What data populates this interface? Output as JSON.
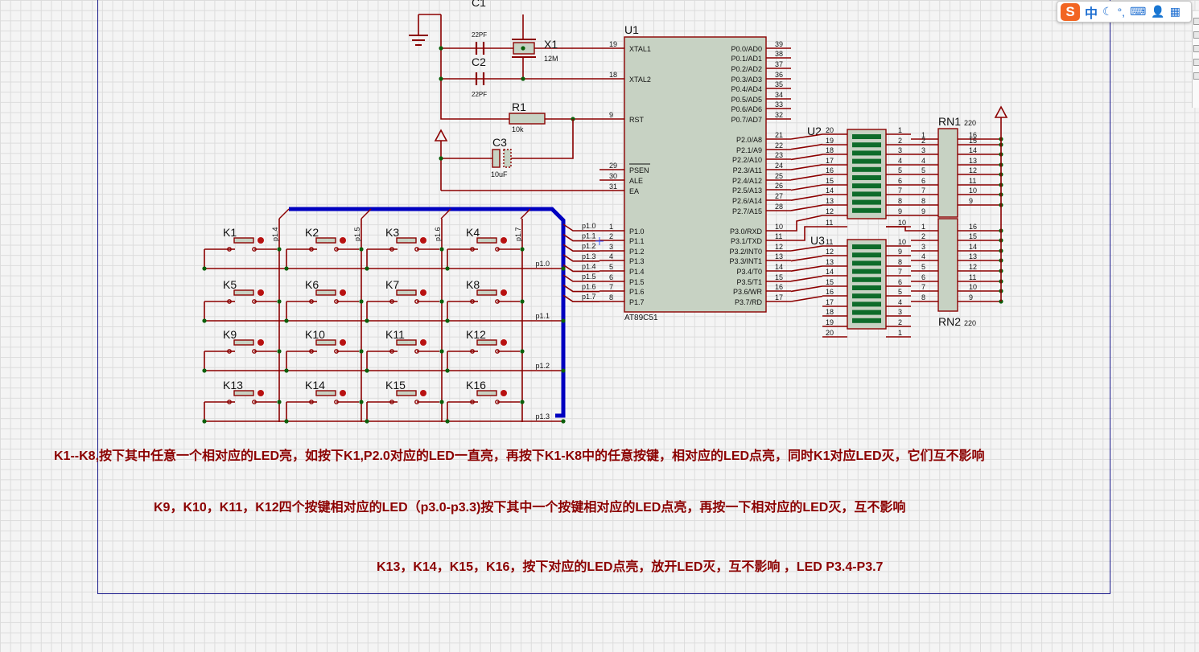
{
  "colors": {
    "wire": "#8b0000",
    "bus": "#0000c0",
    "component_fill": "#c7d2c3",
    "led_segment": "#0e6b2a",
    "junction": "#0a5f0a",
    "note_text": "#8b0000"
  },
  "schematic": {
    "mcu": {
      "ref": "U1",
      "part": "AT89C51",
      "left_pins": [
        {
          "num": "19",
          "name": "XTAL1"
        },
        {
          "num": "18",
          "name": "XTAL2"
        },
        {
          "num": "9",
          "name": "RST"
        },
        {
          "num": "29",
          "name": "PSEN"
        },
        {
          "num": "30",
          "name": "ALE"
        },
        {
          "num": "31",
          "name": "EA"
        },
        {
          "num": "1",
          "name": "P1.0"
        },
        {
          "num": "2",
          "name": "P1.1"
        },
        {
          "num": "3",
          "name": "P1.2"
        },
        {
          "num": "4",
          "name": "P1.3"
        },
        {
          "num": "5",
          "name": "P1.4"
        },
        {
          "num": "6",
          "name": "P1.5"
        },
        {
          "num": "7",
          "name": "P1.6"
        },
        {
          "num": "8",
          "name": "P1.7"
        }
      ],
      "right_pins": [
        {
          "num": "39",
          "name": "P0.0/AD0"
        },
        {
          "num": "38",
          "name": "P0.1/AD1"
        },
        {
          "num": "37",
          "name": "P0.2/AD2"
        },
        {
          "num": "36",
          "name": "P0.3/AD3"
        },
        {
          "num": "35",
          "name": "P0.4/AD4"
        },
        {
          "num": "34",
          "name": "P0.5/AD5"
        },
        {
          "num": "33",
          "name": "P0.6/AD6"
        },
        {
          "num": "32",
          "name": "P0.7/AD7"
        },
        {
          "num": "21",
          "name": "P2.0/A8"
        },
        {
          "num": "22",
          "name": "P2.1/A9"
        },
        {
          "num": "23",
          "name": "P2.2/A10"
        },
        {
          "num": "24",
          "name": "P2.3/A11"
        },
        {
          "num": "25",
          "name": "P2.4/A12"
        },
        {
          "num": "26",
          "name": "P2.5/A13"
        },
        {
          "num": "27",
          "name": "P2.6/A14"
        },
        {
          "num": "28",
          "name": "P2.7/A15"
        },
        {
          "num": "10",
          "name": "P3.0/RXD"
        },
        {
          "num": "11",
          "name": "P3.1/TXD"
        },
        {
          "num": "12",
          "name": "P3.2/INT0"
        },
        {
          "num": "13",
          "name": "P3.3/INT1"
        },
        {
          "num": "14",
          "name": "P3.4/T0"
        },
        {
          "num": "15",
          "name": "P3.5/T1"
        },
        {
          "num": "16",
          "name": "P3.6/WR"
        },
        {
          "num": "17",
          "name": "P3.7/RD"
        }
      ]
    },
    "c1": {
      "ref": "C1",
      "value": "22PF"
    },
    "c2": {
      "ref": "C2",
      "value": "22PF"
    },
    "x1": {
      "ref": "X1",
      "value": "12M"
    },
    "r1": {
      "ref": "R1",
      "value": "10k"
    },
    "c3": {
      "ref": "C3",
      "value": "10uF"
    },
    "u2": {
      "ref": "U2"
    },
    "u3": {
      "ref": "U3"
    },
    "rn1": {
      "ref": "RN1",
      "value": "220"
    },
    "rn2": {
      "ref": "RN2",
      "value": "220"
    },
    "keys": [
      "K1",
      "K2",
      "K3",
      "K4",
      "K5",
      "K6",
      "K7",
      "K8",
      "K9",
      "K10",
      "K11",
      "K12",
      "K13",
      "K14",
      "K15",
      "K16"
    ],
    "column_net_labels": [
      "p1.4",
      "p1.5",
      "p1.6",
      "p1.7"
    ],
    "row_net_labels": [
      "p1.0",
      "p1.1",
      "p1.2",
      "p1.3"
    ],
    "bus_net_labels": [
      "p1.0",
      "p1.1",
      "p1.2",
      "p1.3",
      "p1.4",
      "p1.5",
      "p1.6",
      "p1.7"
    ]
  },
  "notes": [
    "K1--K8,按下其中任意一个相对应的LED亮，如按下K1,P2.0对应的LED一直亮，再按下K1-K8中的任意按键，相对应的LED点亮，同时K1对应LED灭，它们互不影响",
    "K9，K10，K11，K12四个按键相对应的LED（p3.0-p3.3)按下其中一个按键相对应的LED点亮，再按一下相对应的LED灭，互不影响",
    "K13，K14，K15，K16，按下对应的LED点亮，放开LED灭，互不影响 ，LED   P3.4-P3.7"
  ],
  "ime_toolbar": {
    "logo": "S",
    "mode": "中"
  }
}
